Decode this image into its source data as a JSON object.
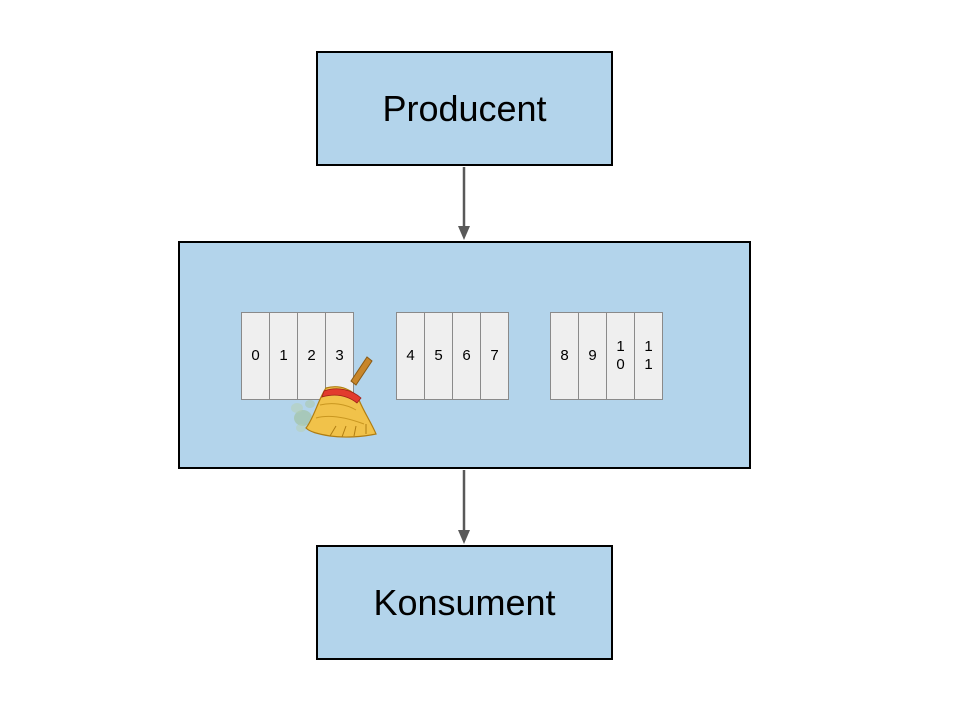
{
  "producer": {
    "label": "Producent"
  },
  "consumer": {
    "label": "Konsument"
  },
  "segments": [
    {
      "offsets": [
        "0",
        "1",
        "2",
        "3"
      ]
    },
    {
      "offsets": [
        "4",
        "5",
        "6",
        "7"
      ]
    },
    {
      "offsets": [
        "8",
        "9",
        "1\n0",
        "1\n1"
      ]
    }
  ],
  "colors": {
    "box_fill": "#b3d4eb",
    "slot_fill": "#efefef",
    "arrow": "#595959"
  },
  "icons": {
    "cleaner": "broom-icon"
  }
}
